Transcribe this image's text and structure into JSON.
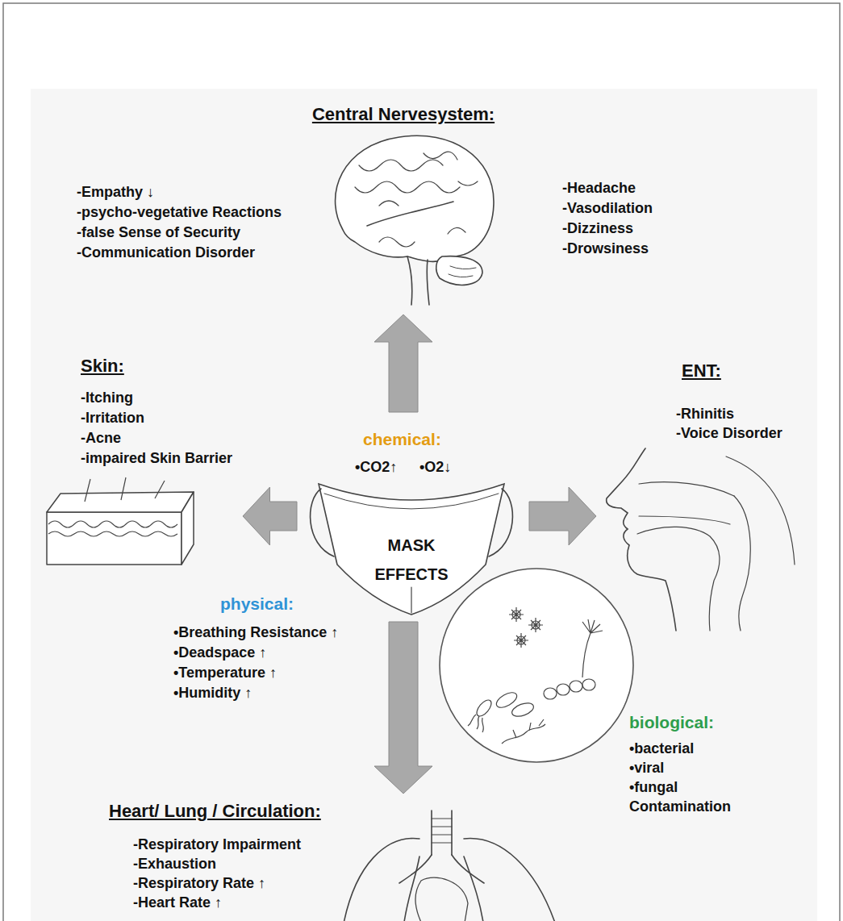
{
  "diagram": {
    "nodes": [
      {
        "text": [
          "Central Nervesystem:",
          "-Empathy ↓",
          "-psycho-vegetative Reactions",
          "-false Sense of Security",
          "-Communication Disorder",
          "-Headache",
          "-Vasodilation",
          "-Dizziness",
          "-Drowsiness"
        ]
      },
      {
        "text": [
          "Skin:",
          "-Itching",
          "-Irritation",
          "-Acne",
          "-impaired Skin Barrier"
        ]
      },
      {
        "text": [
          "ENT:",
          "-Rhinitis",
          "-Voice Disorder"
        ]
      },
      {
        "text": [
          "chemical:",
          "•CO2↑",
          "•O2↓",
          "MASK EFFECTS"
        ]
      },
      {
        "text": [
          "biological:",
          "•bacterial",
          "•viral",
          "•fungal",
          "Contamination"
        ]
      },
      {
        "text": [
          "Heart/ Lung / Circulation:",
          "-Respiratory Impairment",
          "-Exhaustion",
          "-Respiratory Rate ↑",
          "-Heart Rate ↑"
        ]
      }
    ],
    "edges": [
      {
        "from": 3,
        "to": 0,
        "arrow": "to"
      },
      {
        "from": 3,
        "to": 1,
        "arrow": "to"
      },
      {
        "from": 3,
        "to": 2,
        "arrow": "to"
      },
      {
        "from": 3,
        "to": 5,
        "arrow": "to"
      }
    ],
    "labels": [
      "physical:",
      "•Breathing Resistance ↑",
      "•Deadspace ↑",
      "•Temperature ↑",
      "•Humidity ↑"
    ]
  }
}
